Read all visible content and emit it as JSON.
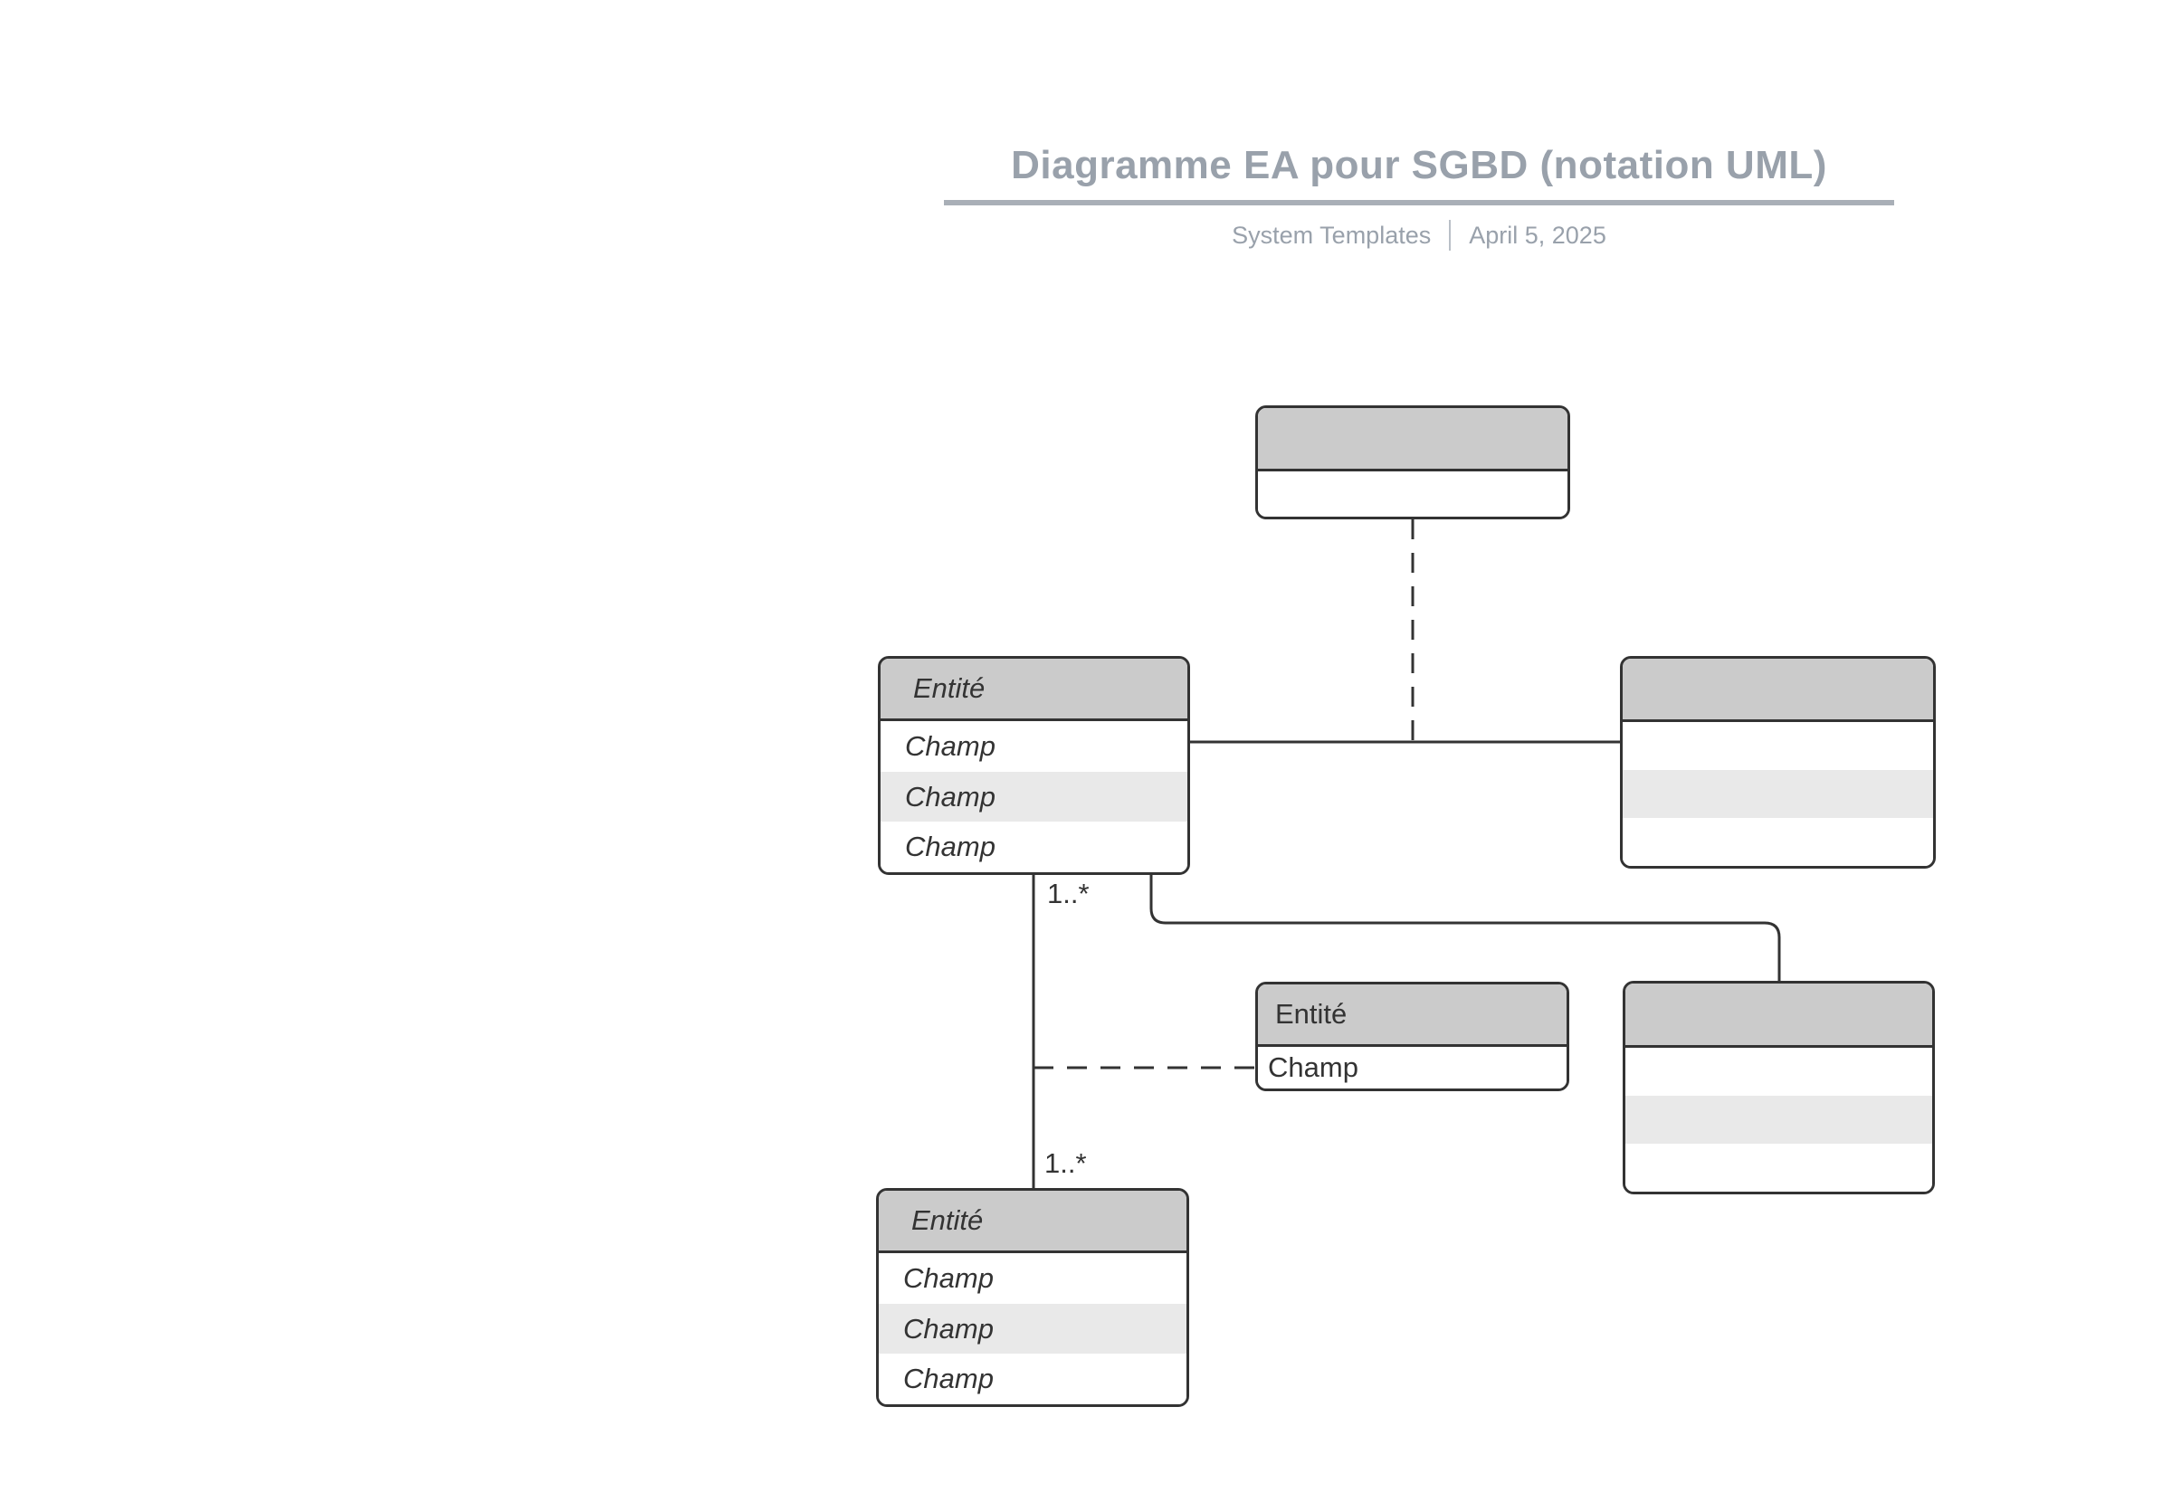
{
  "header": {
    "title": "Diagramme EA pour SGBD (notation UML)",
    "source": "System Templates",
    "date": "April 5, 2025"
  },
  "colors": {
    "title_text": "#99a1ab",
    "rule": "#a9afb7",
    "entity_header_fill": "#cbcbcb",
    "entity_alt_row_fill": "#e9e9e9",
    "entity_border": "#333333",
    "entity_text": "#333333",
    "connector": "#333333"
  },
  "entities": [
    {
      "key": "top",
      "title": "",
      "rows": []
    },
    {
      "key": "left",
      "title": "Entité",
      "rows": [
        "Champ",
        "Champ",
        "Champ"
      ]
    },
    {
      "key": "right-upper",
      "title": "",
      "rows": []
    },
    {
      "key": "center",
      "title": "Entité",
      "rows": [
        "Champ"
      ]
    },
    {
      "key": "right-lower",
      "title": "",
      "rows": []
    },
    {
      "key": "bottom",
      "title": "Entité",
      "rows": [
        "Champ",
        "Champ",
        "Champ"
      ]
    }
  ],
  "connector_labels": [
    "1..*",
    "1..*"
  ]
}
